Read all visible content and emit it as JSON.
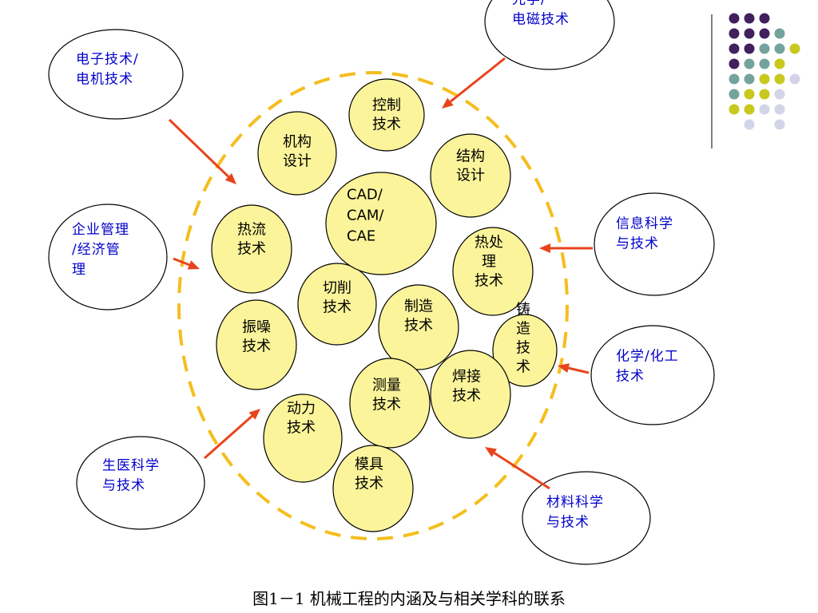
{
  "colors": {
    "bubble_fill": "#fbf49a",
    "bubble_stroke": "#000000",
    "outer_text": "#0000cc",
    "arrow": "#e8441c",
    "dash": "#f5be1e",
    "dot_purple": "#41205e",
    "dot_teal": "#74a39e",
    "dot_yellow": "#c8c81e",
    "dot_lavender": "#d4d4e8"
  },
  "center_label": [
    "CAD/",
    "CAM/",
    "CAE"
  ],
  "inner_nodes": [
    {
      "id": "control",
      "lines": [
        "控制",
        "技术"
      ]
    },
    {
      "id": "mechanism-design",
      "lines": [
        "机构",
        "设计"
      ]
    },
    {
      "id": "structure-design",
      "lines": [
        "结构",
        "设计"
      ]
    },
    {
      "id": "thermal-fluid",
      "lines": [
        "热流",
        "技术"
      ]
    },
    {
      "id": "heat-treatment",
      "lines": [
        "热处",
        "理",
        "技术"
      ]
    },
    {
      "id": "cutting",
      "lines": [
        "切削",
        "技术"
      ]
    },
    {
      "id": "manufacturing",
      "lines": [
        "制造",
        "技术"
      ]
    },
    {
      "id": "vibration-noise",
      "lines": [
        "振噪",
        "技术"
      ]
    },
    {
      "id": "casting",
      "lines": [
        "铸",
        "造",
        "技",
        "术"
      ]
    },
    {
      "id": "measurement",
      "lines": [
        "测量",
        "技术"
      ]
    },
    {
      "id": "welding",
      "lines": [
        "焊接",
        "技术"
      ]
    },
    {
      "id": "power",
      "lines": [
        "动力",
        "技术"
      ]
    },
    {
      "id": "mold",
      "lines": [
        "模具",
        "技术"
      ]
    }
  ],
  "outer_nodes": [
    {
      "id": "optics-em",
      "lines": [
        "光学/",
        "电磁技术"
      ]
    },
    {
      "id": "electronics",
      "lines": [
        "电子技术/",
        "电机技术"
      ]
    },
    {
      "id": "management",
      "lines": [
        "企业管理",
        "/经济管",
        "理"
      ]
    },
    {
      "id": "info-science",
      "lines": [
        "信息科学",
        "与技术"
      ]
    },
    {
      "id": "chemistry",
      "lines": [
        "化学/化工",
        "技术"
      ]
    },
    {
      "id": "biomed",
      "lines": [
        "生医科学",
        "与技术"
      ]
    },
    {
      "id": "materials",
      "lines": [
        "材料科学",
        "与技术"
      ]
    }
  ],
  "caption": "图1－1 机械工程的内涵及与相关学科的联系"
}
